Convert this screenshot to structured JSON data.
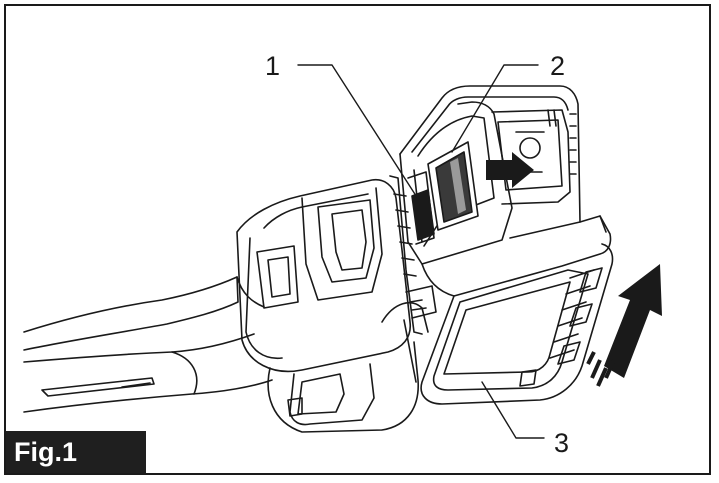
{
  "figure": {
    "label": "Fig.1",
    "callouts": [
      "1",
      "2",
      "3"
    ]
  },
  "colors": {
    "line": "#1a1a1a",
    "label_background": "#1f1f1f",
    "label_text": "#ffffff"
  },
  "icons": [
    "slide-arrow-icon",
    "insert-direction-arrow-icon"
  ]
}
